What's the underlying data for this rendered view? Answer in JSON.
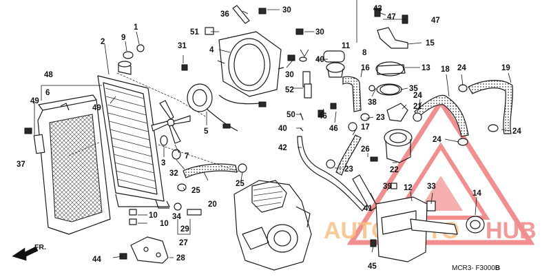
{
  "diagram": {
    "code": "MCR3- F3000",
    "code_suffix": "B",
    "front_label": "FR.",
    "watermark": {
      "left": "AUTOMOTO",
      "right": "HUB",
      "color": "#f07b7b",
      "text_color": "#f7b36a"
    }
  },
  "callouts": [
    {
      "id": "c1",
      "label": "1"
    },
    {
      "id": "c2",
      "label": "2"
    },
    {
      "id": "c3",
      "label": "3"
    },
    {
      "id": "c4",
      "label": "4"
    },
    {
      "id": "c5",
      "label": "5"
    },
    {
      "id": "c6",
      "label": "6"
    },
    {
      "id": "c7",
      "label": "7"
    },
    {
      "id": "c8",
      "label": "8"
    },
    {
      "id": "c9",
      "label": "9"
    },
    {
      "id": "c10a",
      "label": "10"
    },
    {
      "id": "c10b",
      "label": "10"
    },
    {
      "id": "c11",
      "label": "11"
    },
    {
      "id": "c12",
      "label": "12"
    },
    {
      "id": "c13",
      "label": "13"
    },
    {
      "id": "c14",
      "label": "14"
    },
    {
      "id": "c15",
      "label": "15"
    },
    {
      "id": "c16",
      "label": "16"
    },
    {
      "id": "c17",
      "label": "17"
    },
    {
      "id": "c18",
      "label": "18"
    },
    {
      "id": "c19",
      "label": "19"
    },
    {
      "id": "c20",
      "label": "20"
    },
    {
      "id": "c21",
      "label": "21"
    },
    {
      "id": "c22",
      "label": "22"
    },
    {
      "id": "c23a",
      "label": "23"
    },
    {
      "id": "c23b",
      "label": "23"
    },
    {
      "id": "c24a",
      "label": "24"
    },
    {
      "id": "c24b",
      "label": "24"
    },
    {
      "id": "c24c",
      "label": "24"
    },
    {
      "id": "c24d",
      "label": "24"
    },
    {
      "id": "c25a",
      "label": "25"
    },
    {
      "id": "c25b",
      "label": "25"
    },
    {
      "id": "c26",
      "label": "26"
    },
    {
      "id": "c27",
      "label": "27"
    },
    {
      "id": "c28",
      "label": "28"
    },
    {
      "id": "c29",
      "label": "29"
    },
    {
      "id": "c30a",
      "label": "30"
    },
    {
      "id": "c30b",
      "label": "30"
    },
    {
      "id": "c30c",
      "label": "30"
    },
    {
      "id": "c31",
      "label": "31"
    },
    {
      "id": "c32",
      "label": "32"
    },
    {
      "id": "c33",
      "label": "33"
    },
    {
      "id": "c34",
      "label": "34"
    },
    {
      "id": "c35",
      "label": "35"
    },
    {
      "id": "c36",
      "label": "36"
    },
    {
      "id": "c37",
      "label": "37"
    },
    {
      "id": "c38",
      "label": "38"
    },
    {
      "id": "c39",
      "label": "39"
    },
    {
      "id": "c40a",
      "label": "40"
    },
    {
      "id": "c40b",
      "label": "40"
    },
    {
      "id": "c41",
      "label": "41"
    },
    {
      "id": "c42",
      "label": "42"
    },
    {
      "id": "c43",
      "label": "43"
    },
    {
      "id": "c44",
      "label": "44"
    },
    {
      "id": "c45",
      "label": "45"
    },
    {
      "id": "c46a",
      "label": "46"
    },
    {
      "id": "c46b",
      "label": "46"
    },
    {
      "id": "c47a",
      "label": "47"
    },
    {
      "id": "c47b",
      "label": "47"
    },
    {
      "id": "c48",
      "label": "48"
    },
    {
      "id": "c49a",
      "label": "49"
    },
    {
      "id": "c49b",
      "label": "49"
    },
    {
      "id": "c50",
      "label": "50"
    },
    {
      "id": "c51",
      "label": "51"
    },
    {
      "id": "c52",
      "label": "52"
    }
  ]
}
